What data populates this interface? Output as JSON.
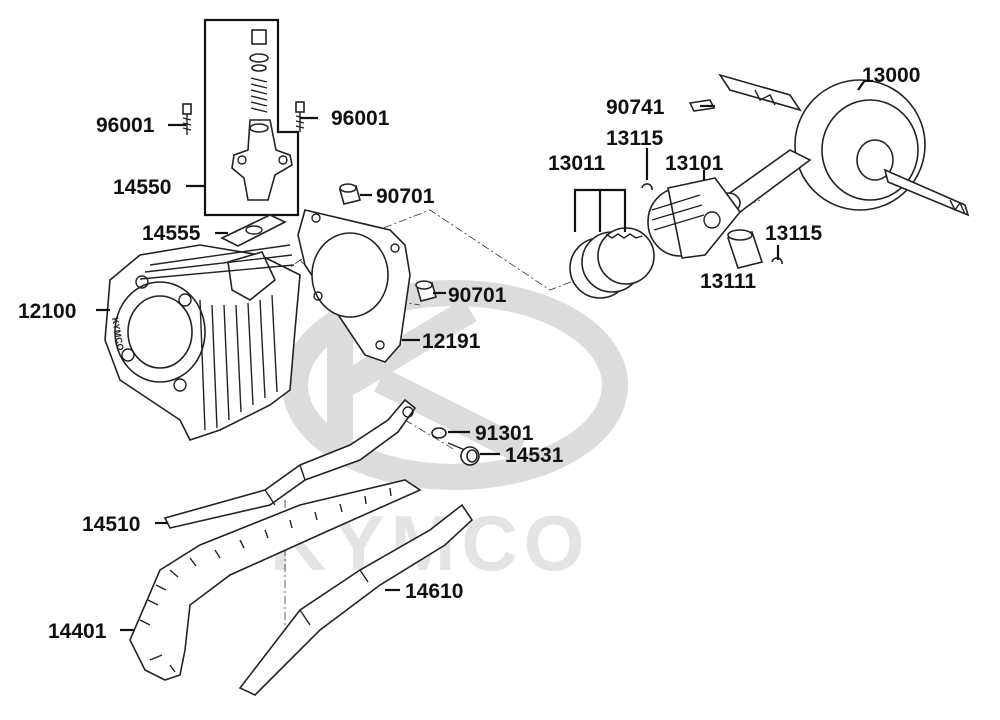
{
  "watermark": {
    "brand": "KYMCO"
  },
  "cylinder_brand": "KYMCO",
  "parts": {
    "p96001_left": "96001",
    "p96001_right": "96001",
    "p14550": "14550",
    "p14555": "14555",
    "p12100": "12100",
    "p90701_top": "90701",
    "p90701_mid": "90701",
    "p12191": "12191",
    "p91301": "91301",
    "p14531": "14531",
    "p14510": "14510",
    "p14401": "14401",
    "p14610": "14610",
    "p13000": "13000",
    "p90741": "90741",
    "p13115_top": "13115",
    "p13115_right": "13115",
    "p13011": "13011",
    "p13101": "13101",
    "p13111": "13111"
  }
}
